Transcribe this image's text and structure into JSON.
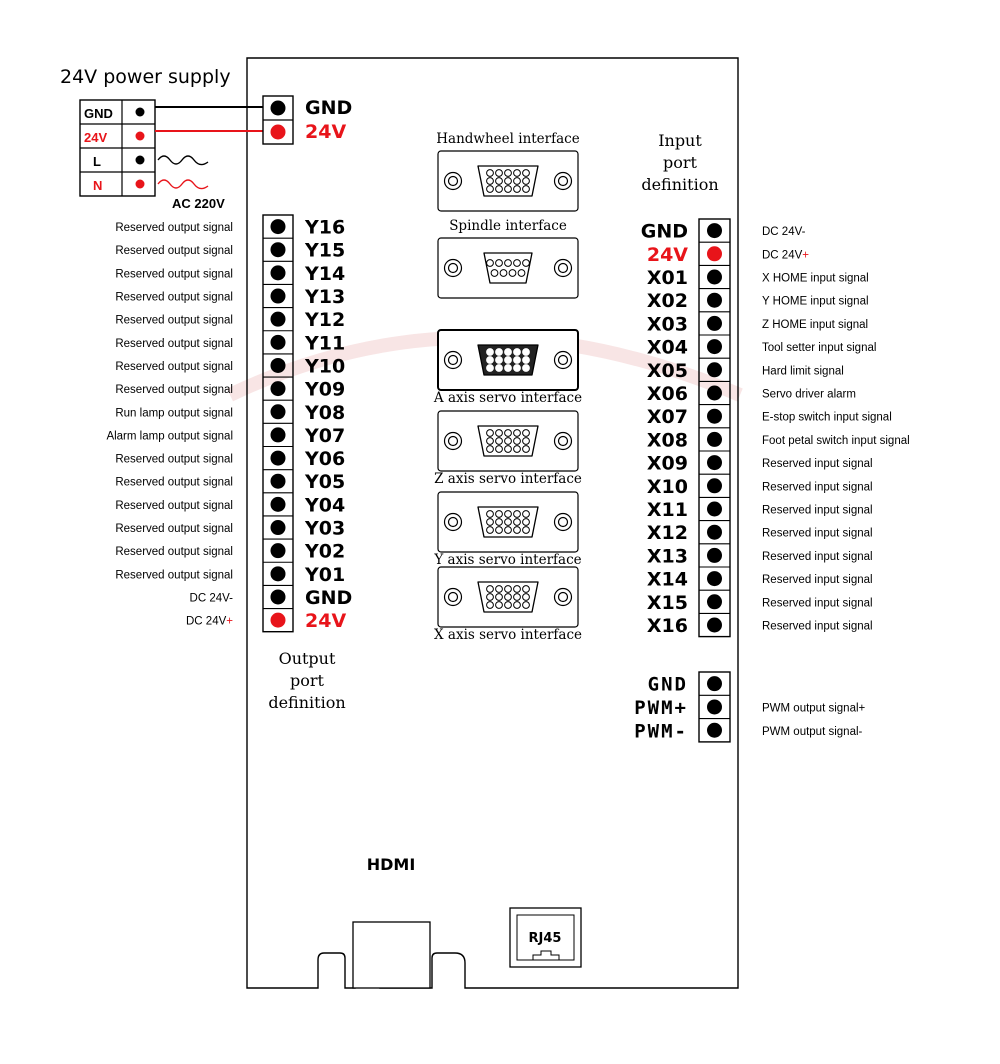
{
  "power_supply": {
    "title": "24V power supply",
    "terminals": [
      "GND",
      "24V",
      "L",
      "N"
    ],
    "ac_label": "AC 220V"
  },
  "board": {
    "gnd_terminal": "GND",
    "v24_terminal": "24V",
    "hdmi_label": "HDMI",
    "rj45_label": "RJ45"
  },
  "output_port": {
    "title_lines": [
      "Output",
      "port",
      "definition"
    ],
    "pins": [
      {
        "name": "Y16",
        "desc": "Reserved output signal"
      },
      {
        "name": "Y15",
        "desc": "Reserved output signal"
      },
      {
        "name": "Y14",
        "desc": "Reserved output signal"
      },
      {
        "name": "Y13",
        "desc": "Reserved output signal"
      },
      {
        "name": "Y12",
        "desc": "Reserved output signal"
      },
      {
        "name": "Y11",
        "desc": "Reserved output signal"
      },
      {
        "name": "Y10",
        "desc": "Reserved output signal"
      },
      {
        "name": "Y09",
        "desc": "Reserved output signal"
      },
      {
        "name": "Y08",
        "desc": "Run lamp output signal"
      },
      {
        "name": "Y07",
        "desc": "Alarm lamp output signal"
      },
      {
        "name": "Y06",
        "desc": "Reserved output signal"
      },
      {
        "name": "Y05",
        "desc": "Reserved output signal"
      },
      {
        "name": "Y04",
        "desc": "Reserved output signal"
      },
      {
        "name": "Y03",
        "desc": "Reserved output signal"
      },
      {
        "name": "Y02",
        "desc": "Reserved output signal"
      },
      {
        "name": "Y01",
        "desc": "Reserved output signal"
      },
      {
        "name": "GND",
        "desc": "DC 24V-"
      },
      {
        "name": "24V",
        "desc": "DC 24V",
        "desc_suffix": "+",
        "red": true
      }
    ]
  },
  "interfaces": [
    {
      "label": "Handwheel interface",
      "label_pos": "above",
      "pins": 15
    },
    {
      "label": "Spindle interface",
      "label_pos": "above",
      "pins": 9
    },
    {
      "label": "A axis servo interface",
      "label_pos": "below",
      "pins": 15,
      "bold": true
    },
    {
      "label": "Z axis servo interface",
      "label_pos": "below",
      "pins": 15
    },
    {
      "label": "Y axis servo interface",
      "label_pos": "below",
      "pins": 15
    },
    {
      "label": "X axis servo interface",
      "label_pos": "below",
      "pins": 15
    }
  ],
  "input_port": {
    "title_lines": [
      "Input",
      "port",
      "definition"
    ],
    "pins": [
      {
        "name": "GND",
        "desc": "DC 24V-"
      },
      {
        "name": "24V",
        "desc": "DC 24V",
        "desc_suffix": "+",
        "red": true
      },
      {
        "name": "X01",
        "desc": "X HOME input signal"
      },
      {
        "name": "X02",
        "desc": "Y HOME input signal"
      },
      {
        "name": "X03",
        "desc": "Z HOME input signal"
      },
      {
        "name": "X04",
        "desc": "Tool setter input signal"
      },
      {
        "name": "X05",
        "desc": "Hard limit signal"
      },
      {
        "name": "X06",
        "desc": "Servo driver alarm"
      },
      {
        "name": "X07",
        "desc": "E-stop switch input signal"
      },
      {
        "name": "X08",
        "desc": "Foot petal switch input signal"
      },
      {
        "name": "X09",
        "desc": "Reserved input signal"
      },
      {
        "name": "X10",
        "desc": "Reserved input signal"
      },
      {
        "name": "X11",
        "desc": "Reserved input signal"
      },
      {
        "name": "X12",
        "desc": "Reserved input signal"
      },
      {
        "name": "X13",
        "desc": "Reserved input signal"
      },
      {
        "name": "X14",
        "desc": "Reserved input signal"
      },
      {
        "name": "X15",
        "desc": "Reserved input signal"
      },
      {
        "name": "X16",
        "desc": "Reserved input signal"
      }
    ]
  },
  "pwm_port": {
    "pins": [
      {
        "name": "GND",
        "desc": ""
      },
      {
        "name": "PWM+",
        "desc": "PWM output signal+"
      },
      {
        "name": "PWM-",
        "desc": "PWM output signal-"
      }
    ]
  },
  "colors": {
    "red": "#e8141a",
    "black": "#000000",
    "watermark_blue": "#c9d6ea",
    "watermark_red": "#f6d7d7"
  }
}
